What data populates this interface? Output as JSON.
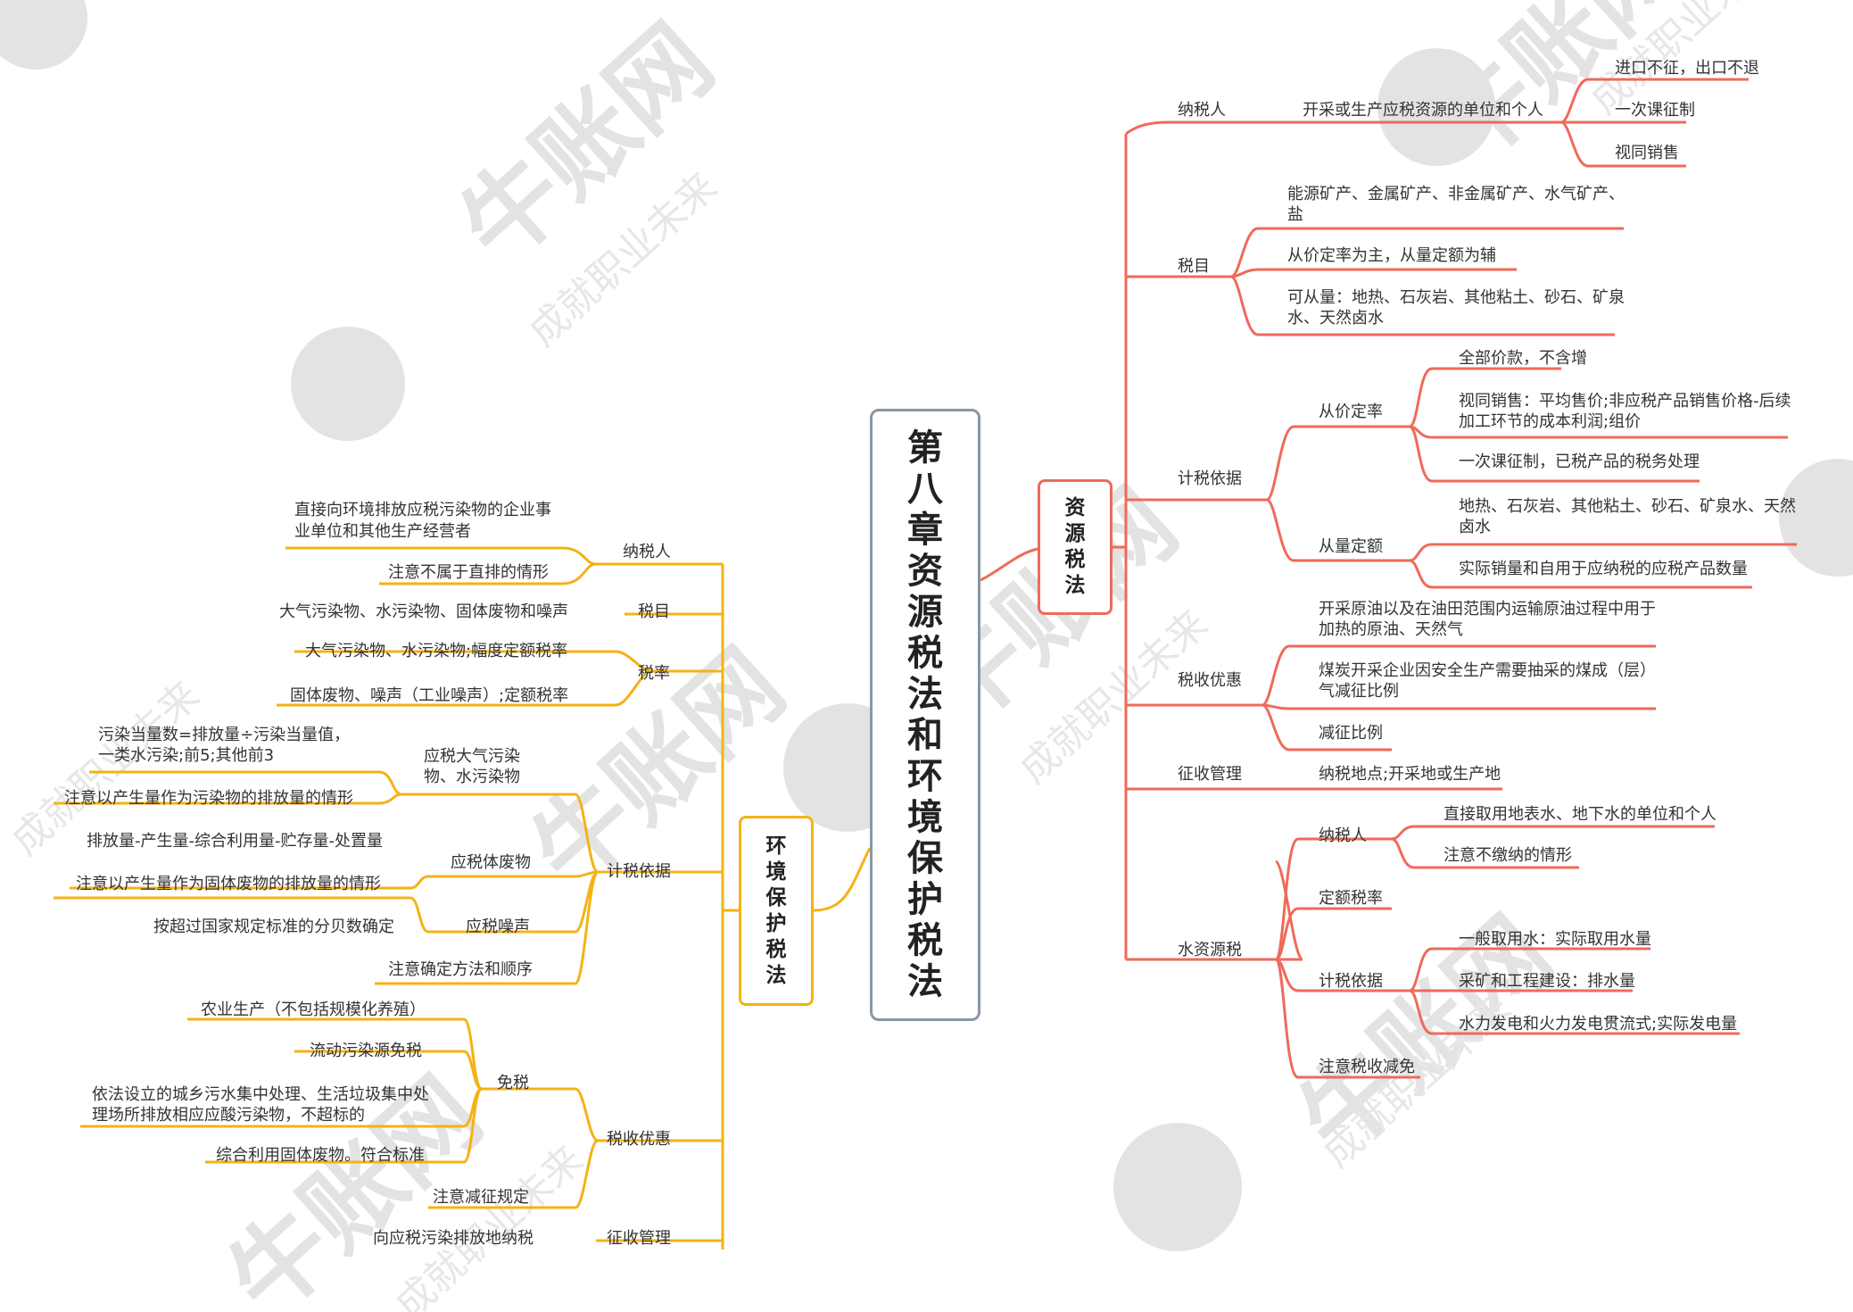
{
  "center": "第\n八\n章\n资\n源\n税\n法\n和\n环\n境\n保\n护\n税\n法",
  "branches": {
    "env": "环\n境\n保\n护\n税\n法",
    "res": "资\n源\n税\n法"
  },
  "colors": {
    "env": "#f4b215",
    "res": "#ef6a5a",
    "center_border": "#8a96a3",
    "watermark": "#d7d7d7"
  },
  "watermark": {
    "brand": "牛账网",
    "slogan": "成就职业未来"
  },
  "env": {
    "nashuiren": {
      "label": "纳税人",
      "c1a": "直接向环境排放应税污染物的企业事",
      "c1b": "业单位和其他生产经营者",
      "c2": "注意不属于直排的情形"
    },
    "shuimu": {
      "label": "税目",
      "c1": "大气污染物、水污染物、固体废物和噪声"
    },
    "shuilv": {
      "label": "税率",
      "c1": "大气污染物、水污染物;幅度定额税率",
      "c2": "固体废物、噪声（工业噪声）;定额税率"
    },
    "jishui": {
      "label": "计税依据",
      "air": {
        "label_a": "应税大气污染",
        "label_b": "物、水污染物",
        "c1a": "污染当量数=排放量÷污染当量值，",
        "c1b": "一类水污染;前5;其他前3",
        "c2": "注意以产生量作为污染物的排放量的情形"
      },
      "solid": {
        "label": "应税体废物",
        "c1": "排放量-产生量-综合利用量-贮存量-处置量",
        "c2": "注意以产生量作为固体废物的排放量的情形"
      },
      "noise": {
        "label": "应税噪声",
        "c1": "按超过国家规定标准的分贝数确定"
      },
      "note": "注意确定方法和顺序"
    },
    "youhui": {
      "label": "税收优惠",
      "mianshui": {
        "label": "免税",
        "c1": "农业生产（不包括规模化养殖）",
        "c2": "流动污染源免税",
        "c3a": "依法设立的城乡污水集中处理、生活垃圾集中处",
        "c3b": "理场所排放相应应酸污染物，不超标的",
        "c4": "综合利用固体废物。符合标准"
      },
      "note": "注意减征规定"
    },
    "zhengshou": {
      "label": "征收管理",
      "c1": "向应税污染排放地纳税"
    }
  },
  "res": {
    "nashuiren": {
      "label": "纳税人",
      "main": "开采或生产应税资源的单位和个人",
      "c1": "进口不征，出口不退",
      "c2": "一次课征制",
      "c3": "视同销售"
    },
    "shuimu": {
      "label": "税目",
      "c1a": "能源矿产、金属矿产、非金属矿产、水气矿产、",
      "c1b": "盐",
      "c2": "从价定率为主，从量定额为辅",
      "c3a": "可从量：地热、石灰岩、其他粘土、砂石、矿泉",
      "c3b": "水、天然卤水"
    },
    "jishui": {
      "label": "计税依据",
      "ad": {
        "label": "从价定率",
        "c1": "全部价款，不含增",
        "c2a": "视同销售：平均售价;非应税产品销售价格-后续",
        "c2b": "加工环节的成本利润;组价",
        "c3": "一次课征制，已税产品的税务处理"
      },
      "sp": {
        "label": "从量定额",
        "c1a": "地热、石灰岩、其他粘土、砂石、矿泉水、天然",
        "c1b": "卤水",
        "c2": "实际销量和自用于应纳税的应税产品数量"
      }
    },
    "youhui": {
      "label": "税收优惠",
      "c1a": "开采原油以及在油田范围内运输原油过程中用于",
      "c1b": "加热的原油、天然气",
      "c2a": "煤炭开采企业因安全生产需要抽采的煤成（层）",
      "c2b": "气减征比例",
      "c3": "减征比例"
    },
    "zhengshou": {
      "label": "征收管理",
      "c1": "纳税地点;开采地或生产地"
    },
    "water": {
      "label": "水资源税",
      "nsr": {
        "label": "纳税人",
        "c1": "直接取用地表水、地下水的单位和个人",
        "c2": "注意不缴纳的情形"
      },
      "rate": "定额税率",
      "basis": {
        "label": "计税依据",
        "c1": "一般取用水：实际取用水量",
        "c2": "采矿和工程建设：排水量",
        "c3": "水力发电和火力发电贯流式;实际发电量"
      },
      "note": "注意税收减免"
    }
  }
}
